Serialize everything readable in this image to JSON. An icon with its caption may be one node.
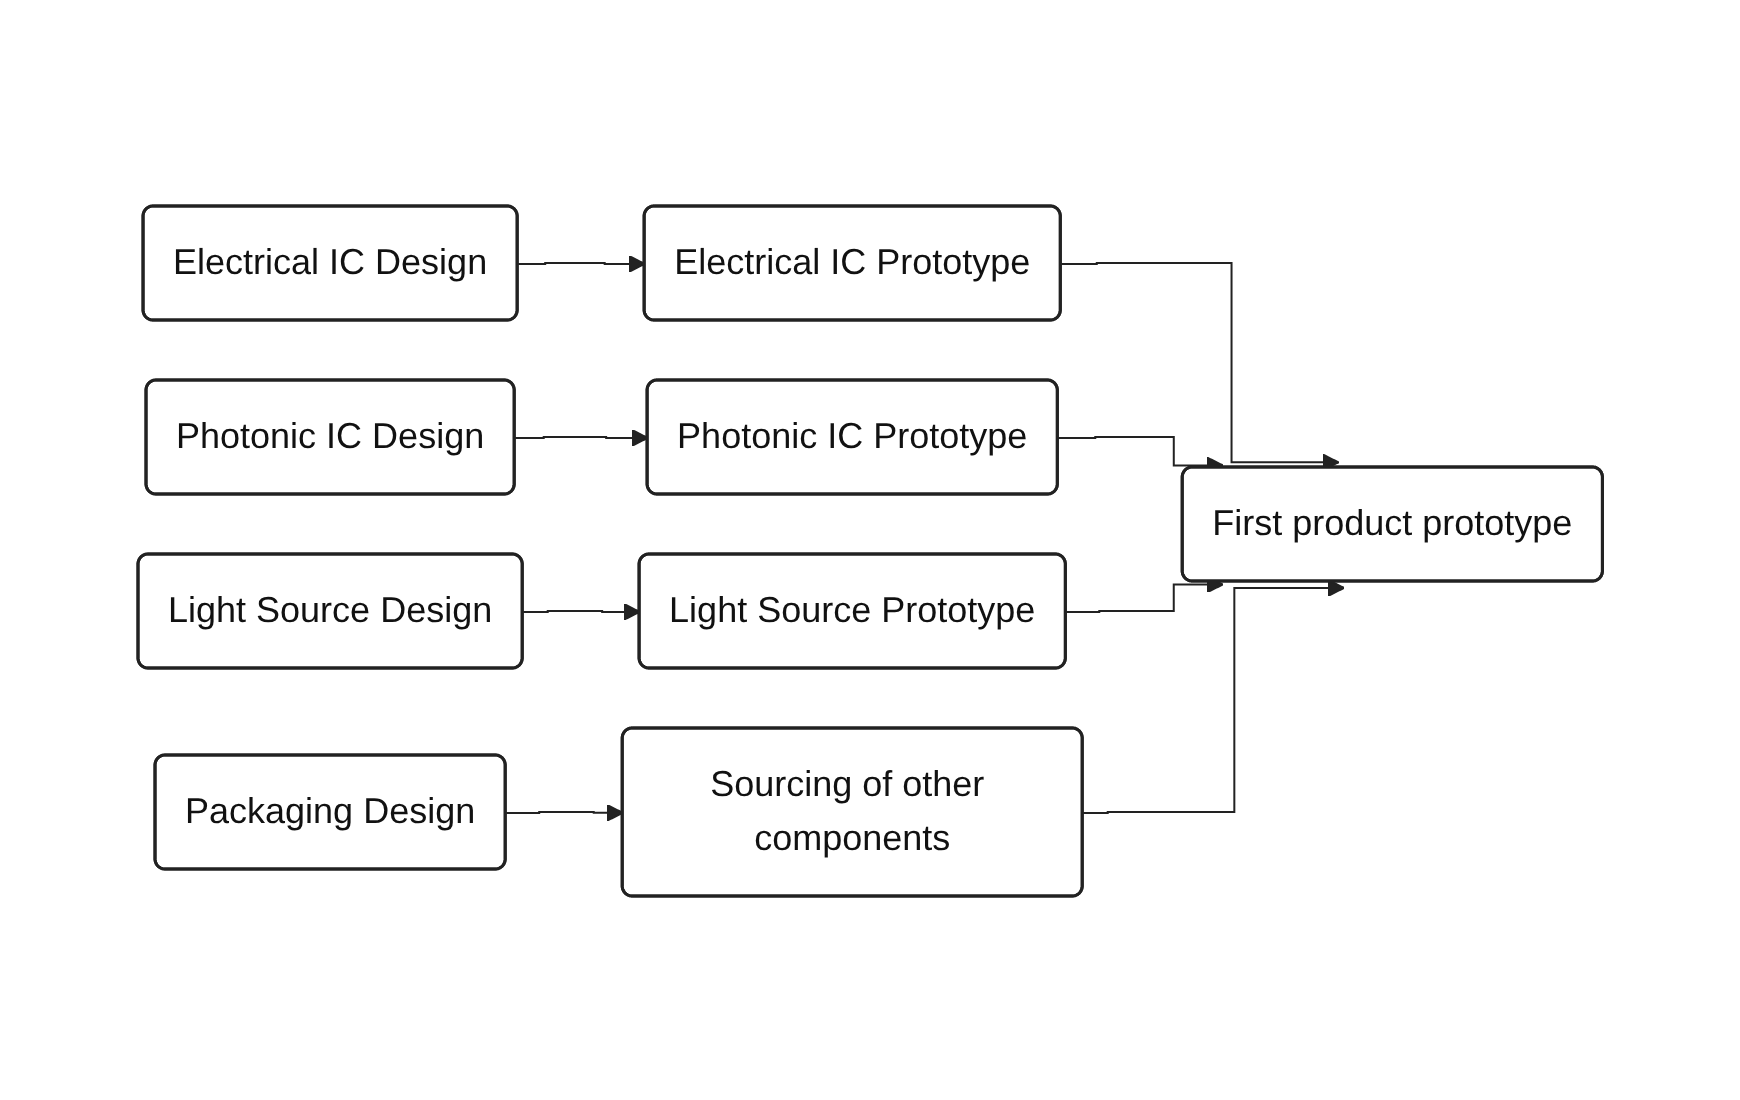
{
  "diagram": {
    "nodes": [
      {
        "text": [
          "Electrical IC Design"
        ]
      },
      {
        "text": [
          "Electrical IC Prototype"
        ]
      },
      {
        "text": [
          "Photonic IC Design"
        ]
      },
      {
        "text": [
          "Photonic IC Prototype"
        ]
      },
      {
        "text": [
          "Light Source Design"
        ]
      },
      {
        "text": [
          "Light Source Prototype"
        ]
      },
      {
        "text": [
          "Packaging Design"
        ]
      },
      {
        "text": [
          "Sourcing of other components"
        ]
      },
      {
        "text": [
          "First product prototype"
        ]
      }
    ],
    "edges": [
      {
        "from": 0,
        "to": 1,
        "arrow": "to"
      },
      {
        "from": 2,
        "to": 3,
        "arrow": "to"
      },
      {
        "from": 4,
        "to": 5,
        "arrow": "to"
      },
      {
        "from": 6,
        "to": 7,
        "arrow": "to"
      },
      {
        "from": 1,
        "to": 8,
        "arrow": "to"
      },
      {
        "from": 3,
        "to": 8,
        "arrow": "to"
      },
      {
        "from": 5,
        "to": 8,
        "arrow": "to"
      },
      {
        "from": 7,
        "to": 8,
        "arrow": "to"
      }
    ]
  }
}
